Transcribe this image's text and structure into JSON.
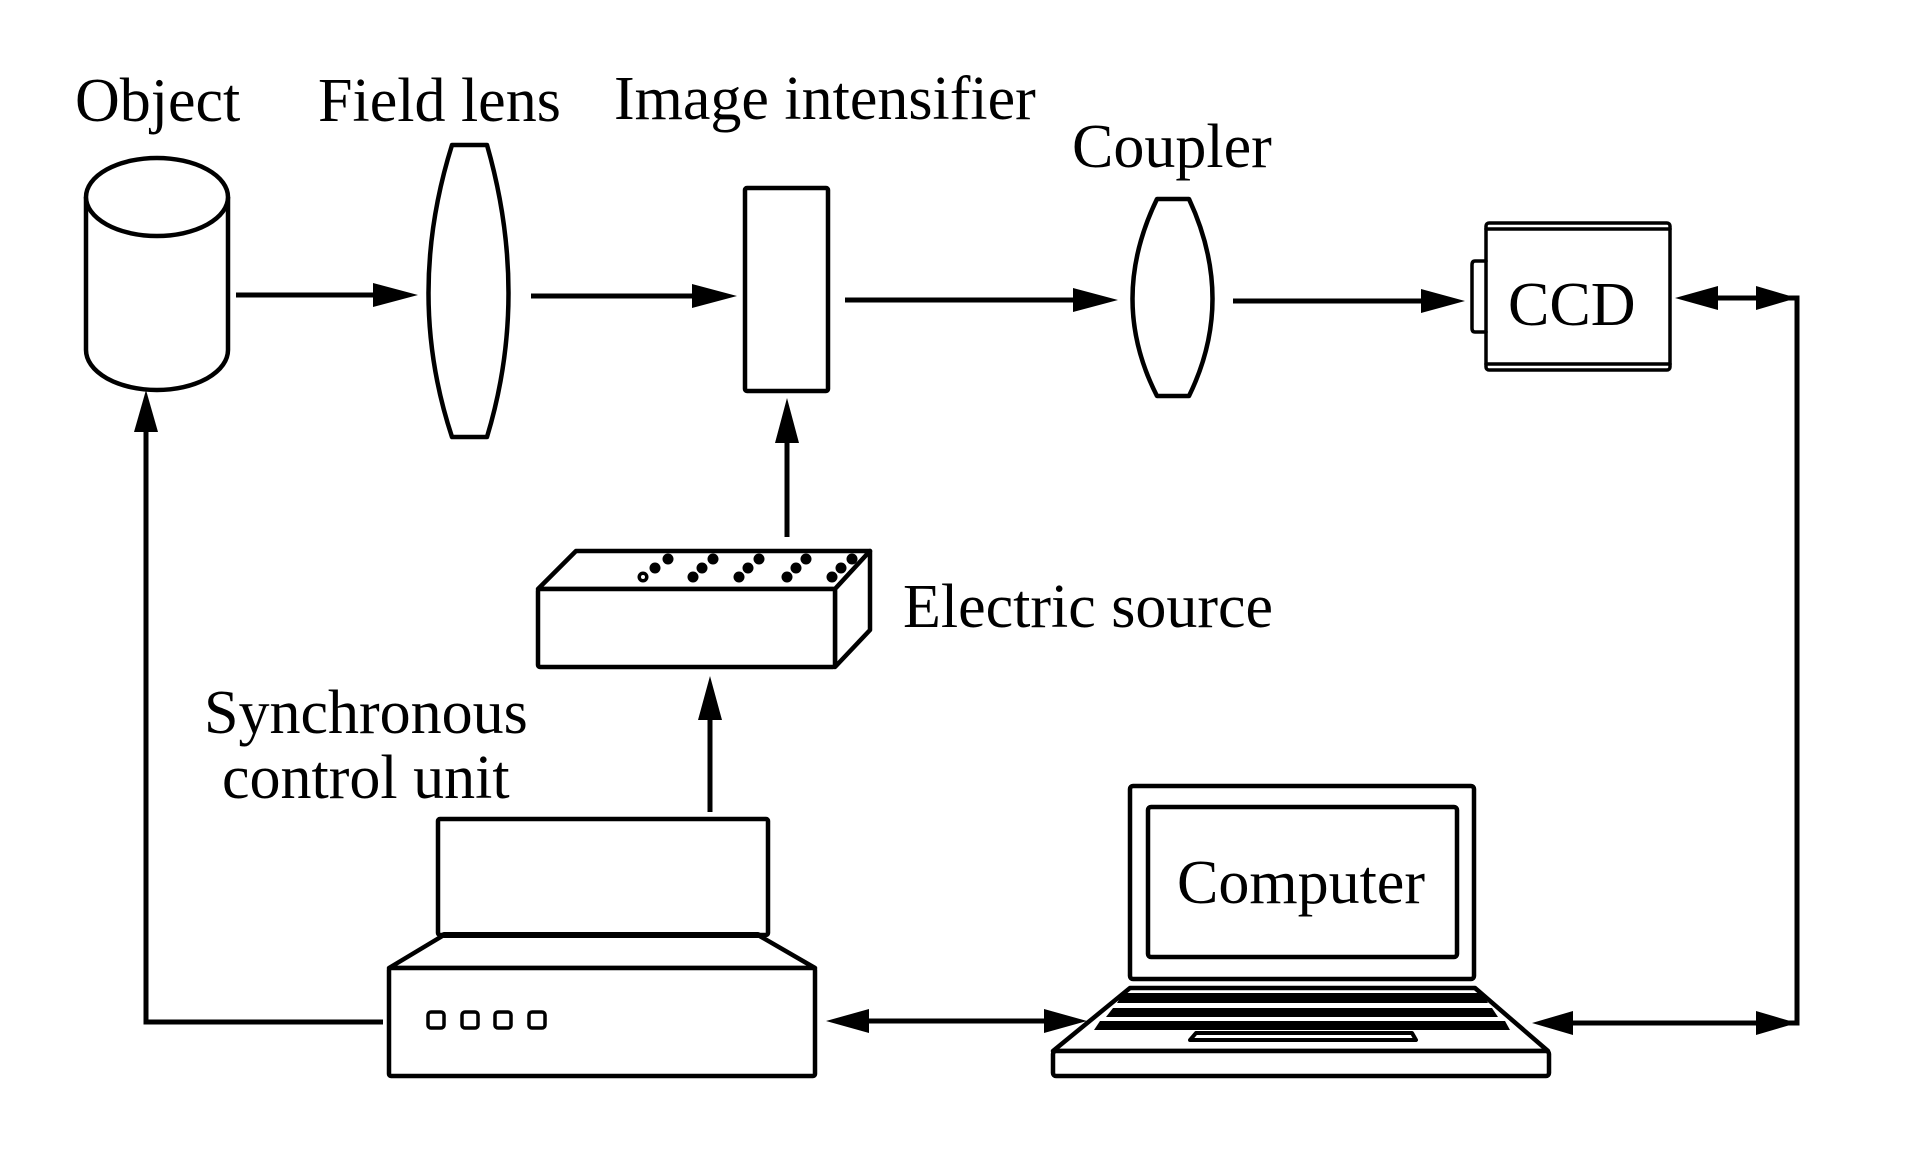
{
  "diagram": {
    "type": "optical imaging system block diagram",
    "colors": {
      "stroke": "#000000",
      "background": "#ffffff"
    },
    "nodes": [
      {
        "id": "object",
        "label": "Object",
        "shape": "cylinder"
      },
      {
        "id": "field_lens",
        "label": "Field lens",
        "shape": "lens"
      },
      {
        "id": "image_intensifier",
        "label": "Image intensifier",
        "shape": "rectangle"
      },
      {
        "id": "coupler",
        "label": "Coupler",
        "shape": "lens"
      },
      {
        "id": "ccd",
        "label": "CCD",
        "shape": "camera-box"
      },
      {
        "id": "electric_source",
        "label": "Electric source",
        "shape": "3d-box-with-terminals"
      },
      {
        "id": "sync_unit",
        "label_lines": [
          "Synchronous",
          "control unit"
        ],
        "shape": "instrument"
      },
      {
        "id": "computer",
        "label": "Computer",
        "shape": "laptop"
      }
    ],
    "edges": [
      {
        "from": "object",
        "to": "field_lens",
        "direction": "forward"
      },
      {
        "from": "field_lens",
        "to": "image_intensifier",
        "direction": "forward"
      },
      {
        "from": "image_intensifier",
        "to": "coupler",
        "direction": "forward"
      },
      {
        "from": "coupler",
        "to": "ccd",
        "direction": "forward"
      },
      {
        "from": "electric_source",
        "to": "image_intensifier",
        "direction": "forward"
      },
      {
        "from": "sync_unit",
        "to": "electric_source",
        "direction": "forward"
      },
      {
        "from": "sync_unit",
        "to": "object",
        "direction": "forward"
      },
      {
        "from": "sync_unit",
        "to": "computer",
        "direction": "bidirectional"
      },
      {
        "from": "computer",
        "to": "ccd",
        "direction": "bidirectional"
      }
    ]
  },
  "labels": {
    "object": "Object",
    "field_lens": "Field lens",
    "image_intensifier": "Image intensifier",
    "coupler": "Coupler",
    "ccd": "CCD",
    "electric_source": "Electric source",
    "sync_line1": "Synchronous",
    "sync_line2": "control unit",
    "computer": "Computer"
  }
}
